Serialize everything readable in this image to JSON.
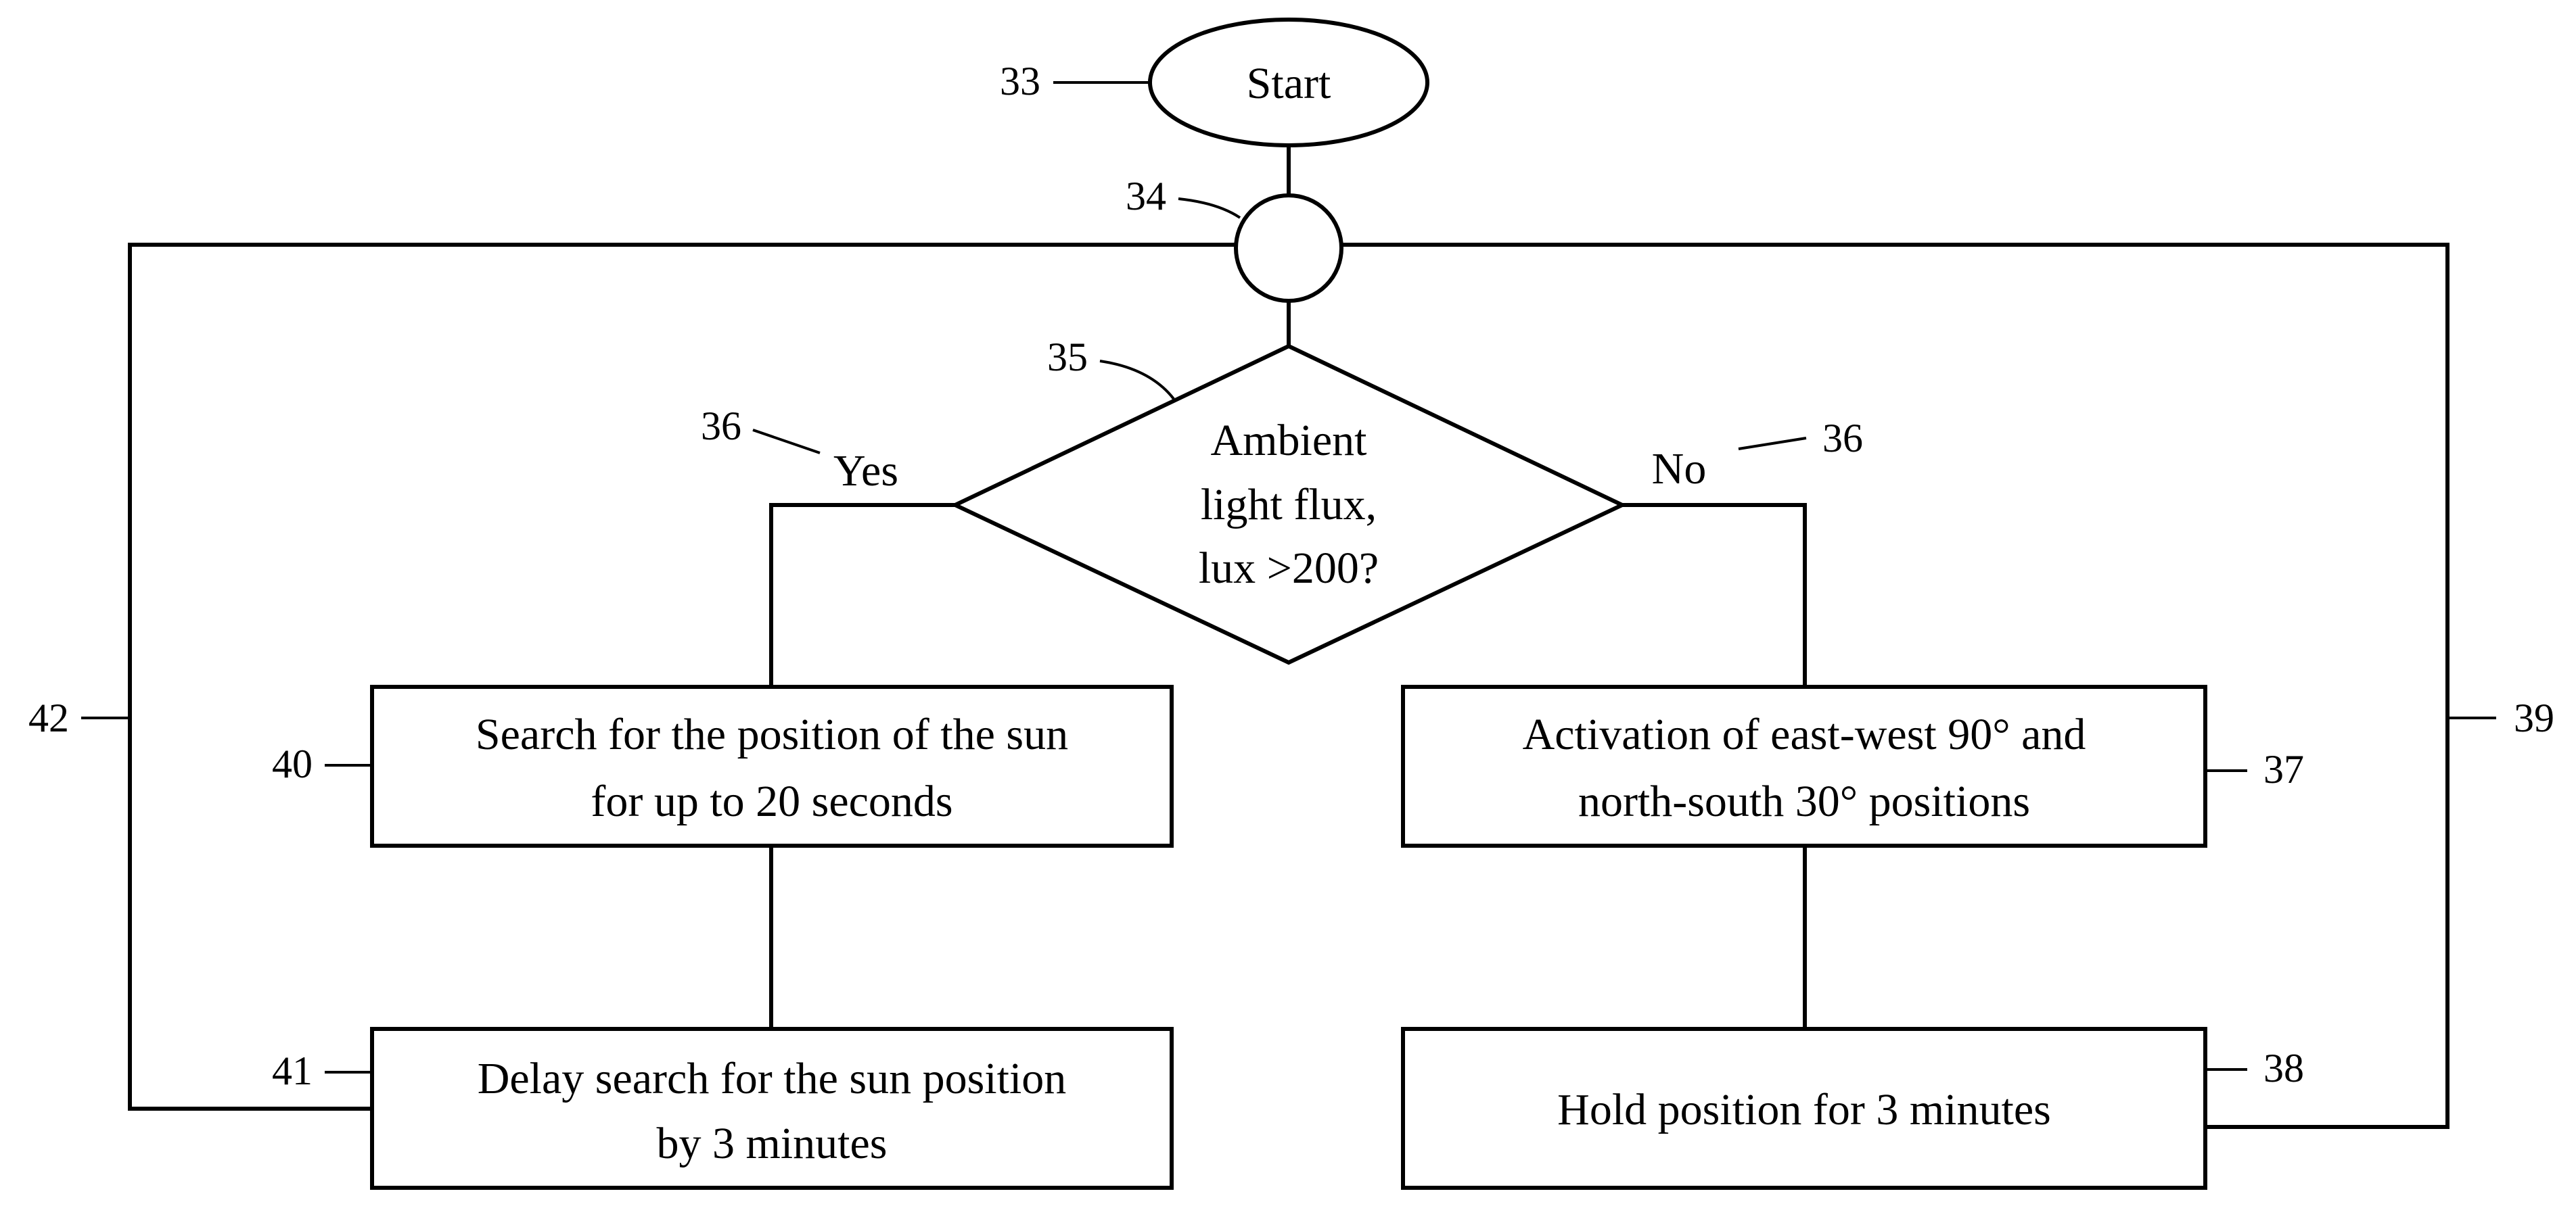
{
  "nodes": {
    "start": {
      "label": "Start"
    },
    "decision": {
      "lines": [
        "Ambient",
        "light flux,",
        "lux >200?"
      ]
    },
    "search": {
      "lines": [
        "Search for the position of the sun",
        "for up to 20 seconds"
      ]
    },
    "delay": {
      "lines": [
        "Delay search for the sun position",
        "by 3 minutes"
      ]
    },
    "activation": {
      "lines": [
        "Activation of east-west 90° and",
        "north-south 30° positions"
      ]
    },
    "hold": {
      "lines": [
        "Hold position for 3 minutes"
      ]
    }
  },
  "branches": {
    "yes": "Yes",
    "no": "No"
  },
  "refs": {
    "r33": "33",
    "r34": "34",
    "r35": "35",
    "r36_left": "36",
    "r36_right": "36",
    "r37": "37",
    "r38": "38",
    "r39": "39",
    "r40": "40",
    "r41": "41",
    "r42": "42"
  }
}
